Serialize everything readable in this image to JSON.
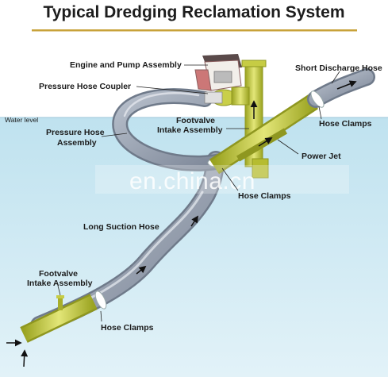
{
  "title": "Typical Dredging Reclamation System",
  "water_level": "Water level",
  "watermark": "en.china.cn",
  "labels": {
    "engine_pump": "Engine and Pump Assembly",
    "pressure_coupler": "Pressure Hose Coupler",
    "pressure_hose_1": "Pressure Hose",
    "pressure_hose_2": "Assembly",
    "footvalve_top_1": "Footvalve",
    "footvalve_top_2": "Intake Assembly",
    "short_discharge": "Short Discharge Hose",
    "hose_clamps_top": "Hose Clamps",
    "power_jet": "Power Jet",
    "hose_clamps_mid": "Hose Clamps",
    "long_suction": "Long Suction Hose",
    "footvalve_bottom_1": "Footvalve",
    "footvalve_bottom_2": "Intake Assembly",
    "hose_clamps_bottom": "Hose Clamps"
  },
  "colors": {
    "water": "#cce8f2",
    "water_dark": "#a9d3e6",
    "hose": "#9aa4b4",
    "pipe_yellow": "#c9cf49",
    "title_underline": "#c8a23a"
  }
}
